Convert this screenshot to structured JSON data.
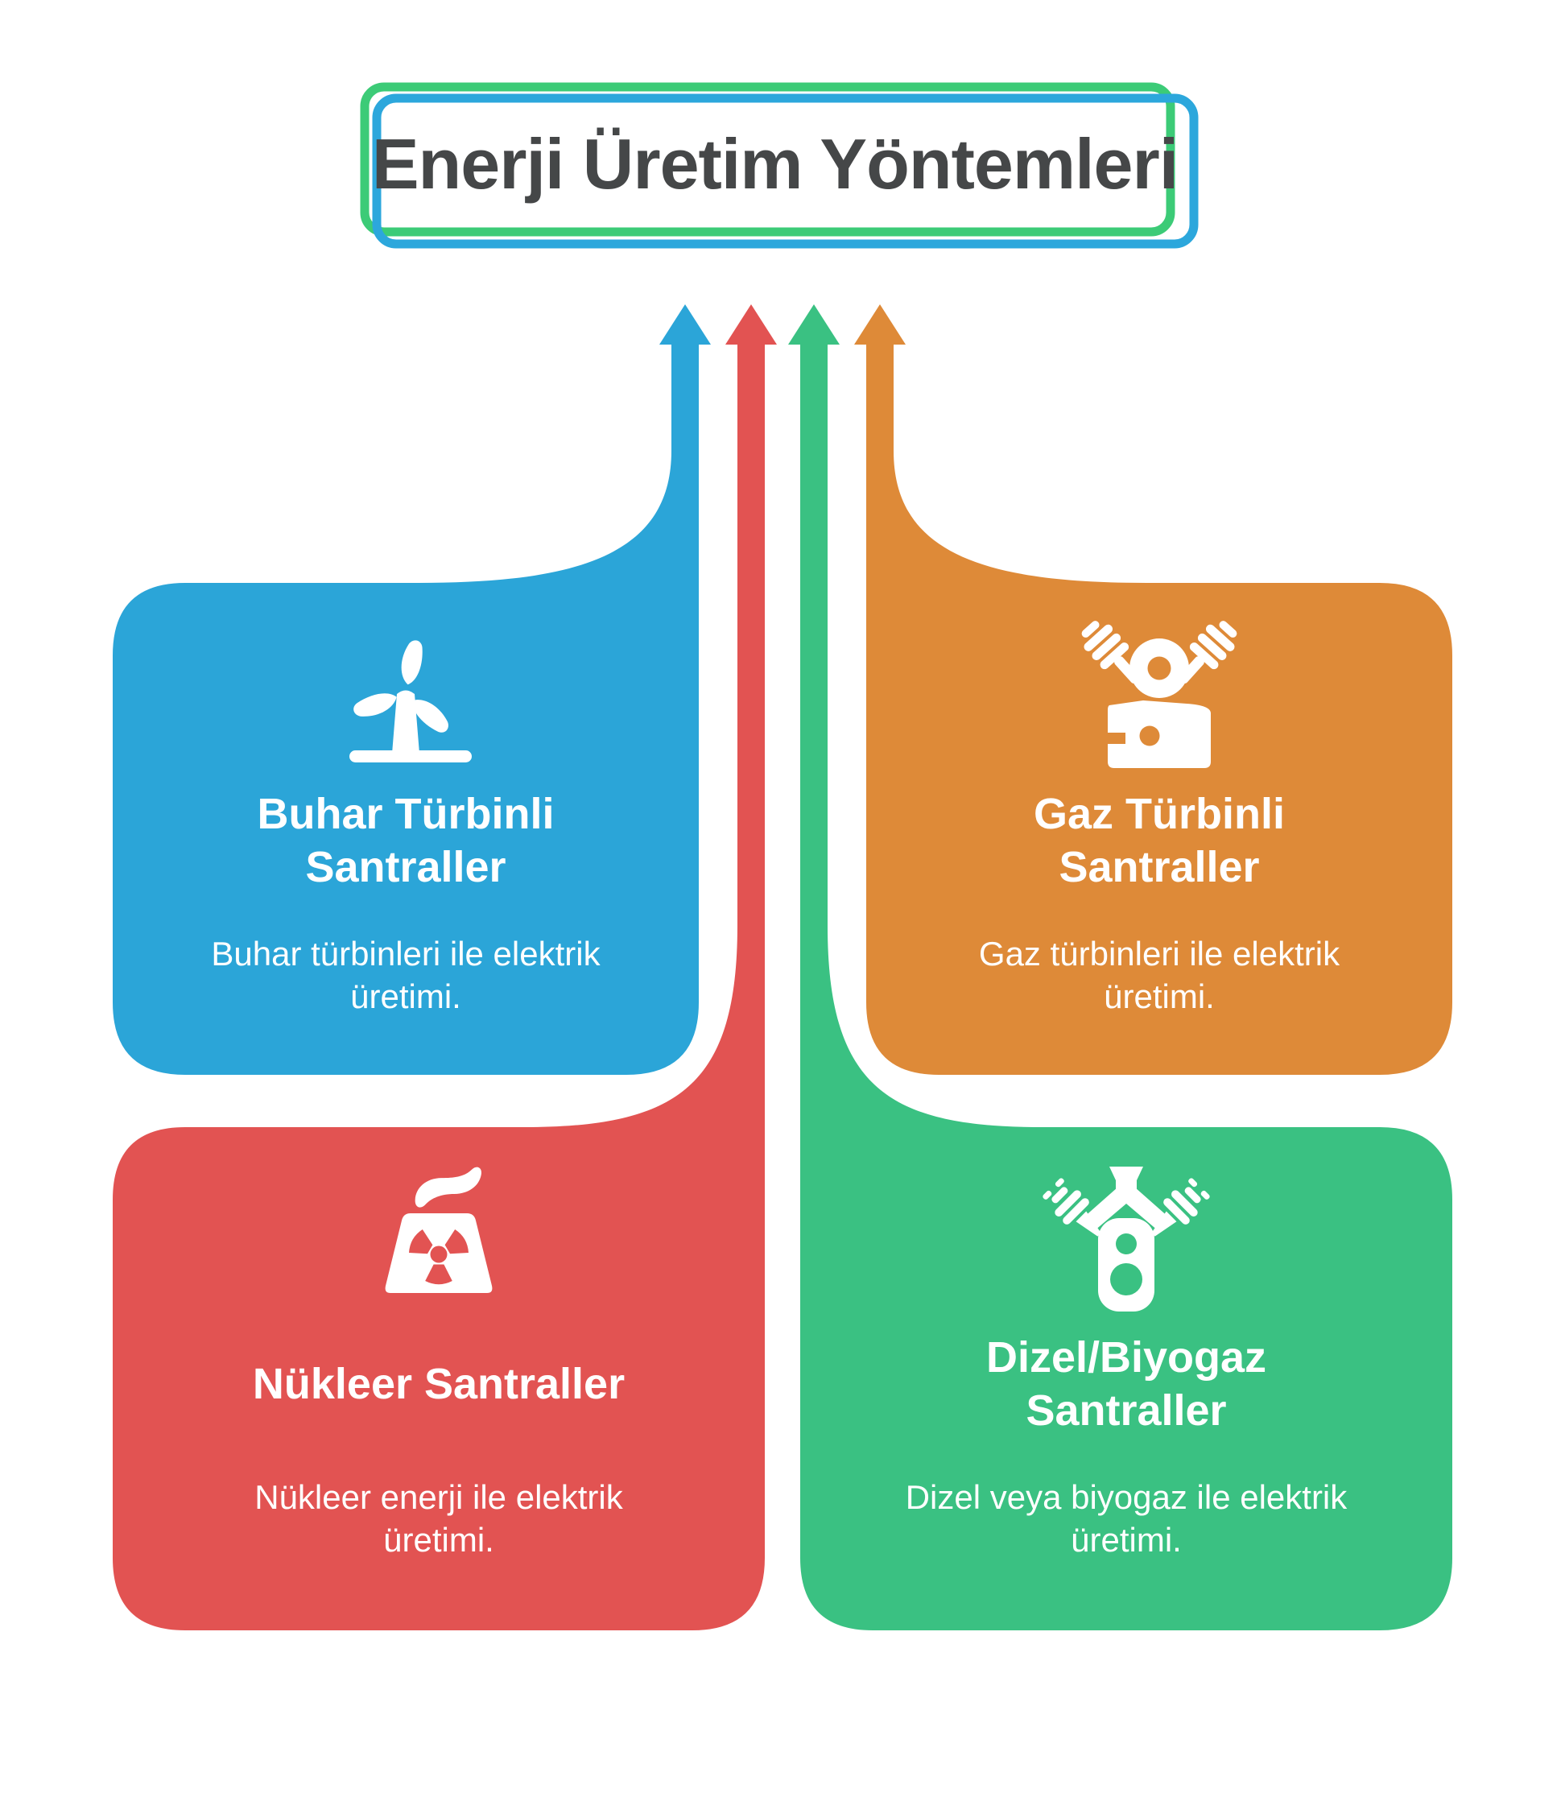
{
  "page": {
    "background": "#ffffff"
  },
  "title": {
    "text": "Enerji Üretim Yöntemleri",
    "border_outer_color": "#3ccb77",
    "border_inner_color": "#2ca7dc",
    "text_color": "#454748"
  },
  "colors": {
    "card_text": "#ffffff",
    "white": "#ffffff"
  },
  "cards": [
    {
      "id": "steam",
      "color": "#2ba5d8",
      "icon": "wind-turbine-icon",
      "title_lines": [
        "Buhar Türbinli",
        "Santraller"
      ],
      "description_lines": [
        "Buhar türbinleri ile elektrik",
        "üretimi."
      ]
    },
    {
      "id": "gas",
      "color": "#de8a38",
      "icon": "gas-engine-icon",
      "title_lines": [
        "Gaz Türbinli",
        "Santraller"
      ],
      "description_lines": [
        "Gaz türbinleri ile elektrik",
        "üretimi."
      ]
    },
    {
      "id": "nuclear",
      "color": "#e25352",
      "icon": "nuclear-plant-icon",
      "title_lines": [
        "Nükleer Santraller"
      ],
      "description_lines": [
        "Nükleer enerji ile elektrik",
        "üretimi."
      ]
    },
    {
      "id": "diesel",
      "color": "#3ac182",
      "icon": "diesel-engine-icon",
      "title_lines": [
        "Dizel/Biyogaz",
        "Santraller"
      ],
      "description_lines": [
        "Dizel veya biyogaz ile elektrik",
        "üretimi."
      ]
    }
  ]
}
